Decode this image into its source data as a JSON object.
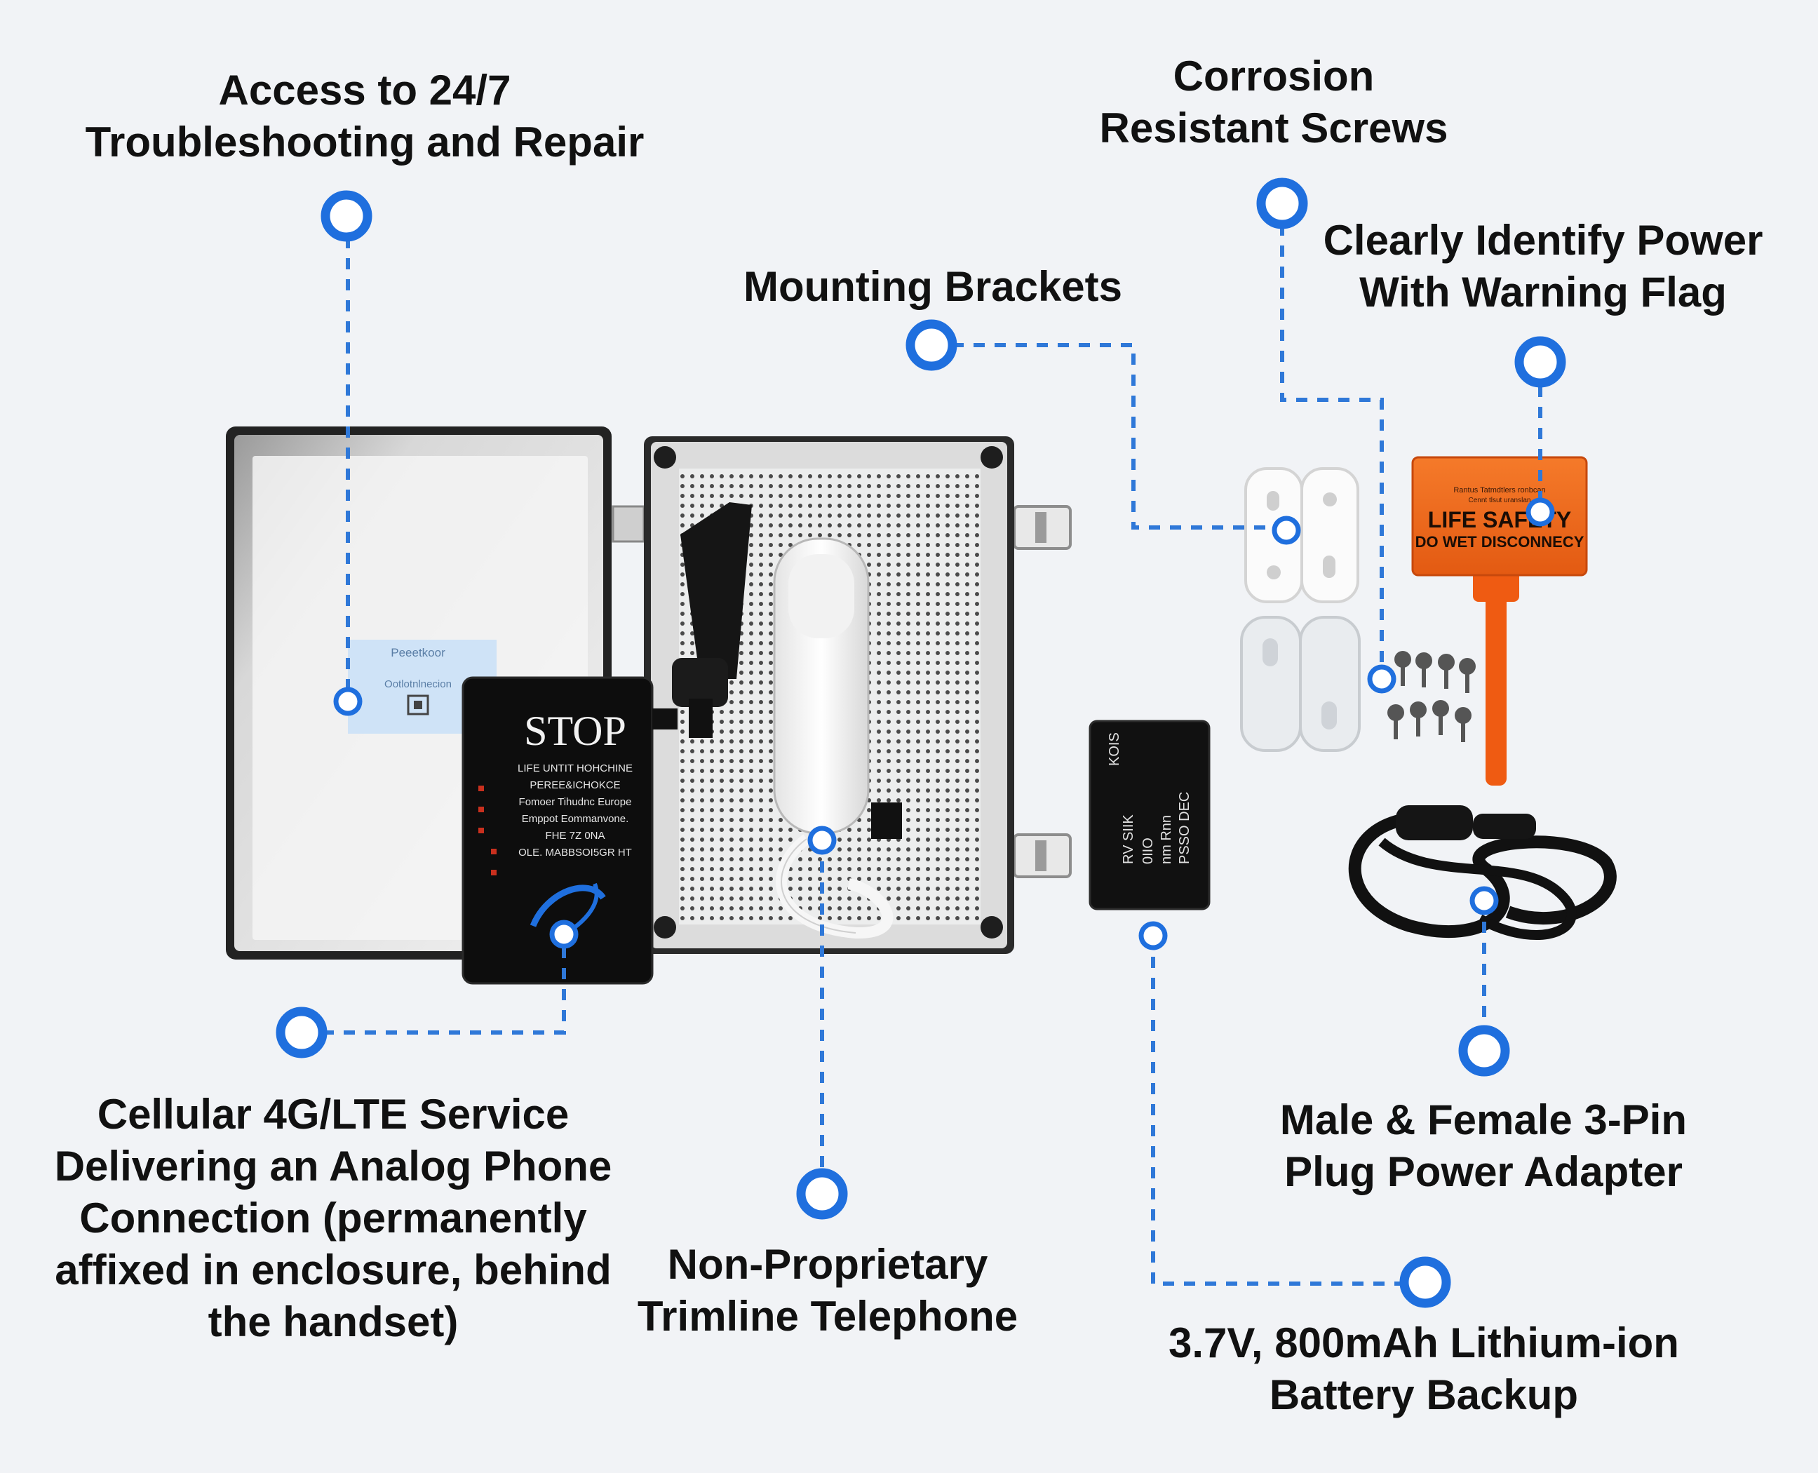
{
  "labels": {
    "troubleshooting": [
      "Access to 24/7",
      "Troubleshooting and Repair"
    ],
    "screws": [
      "Corrosion",
      "Resistant Screws"
    ],
    "warning_flag": [
      "Clearly Identify Power",
      "With Warning Flag"
    ],
    "brackets": [
      "Mounting Brackets"
    ],
    "cellular": [
      "Cellular 4G/LTE Service",
      "Delivering an Analog Phone",
      "Connection (permanently",
      "affixed in enclosure, behind",
      "the handset)"
    ],
    "telephone": [
      "Non-Proprietary",
      "Trimline Telephone"
    ],
    "adapter": [
      "Male & Female 3-Pin",
      "Plug Power Adapter"
    ],
    "battery": [
      "3.7V, 800mAh Lithium-ion",
      "Battery Backup"
    ]
  },
  "product_text": {
    "sticker_lines": [
      "Peeetkoor",
      "Ootlotnlnecion"
    ],
    "stop_title": "STOP",
    "stop_lines": [
      "LIFE UNTIT HOHCHINE",
      "PEREE&ICHOKCE",
      "Fomoer Tihudnc Europe",
      "Emppot Eommanvone.",
      "FHE 7Z 0NA",
      "OLE. MABBSOI5GR HT"
    ],
    "battery_lines": [
      "KOIS",
      "RV SIIK",
      "0IIO",
      "nm  Rnn",
      "PSSO  DEC"
    ],
    "tag_small": [
      "Rantus Tatmdtlers ronbcan",
      "Cennt  tlsut uranslan"
    ],
    "tag_title": "LIFE SAFETY",
    "tag_sub": "DO WET DISCONNECY"
  },
  "colors": {
    "accent": "#1f6fde",
    "connector": "#2f78d8",
    "tag_orange": "#ef6a1f",
    "background": "#f1f3f6"
  }
}
